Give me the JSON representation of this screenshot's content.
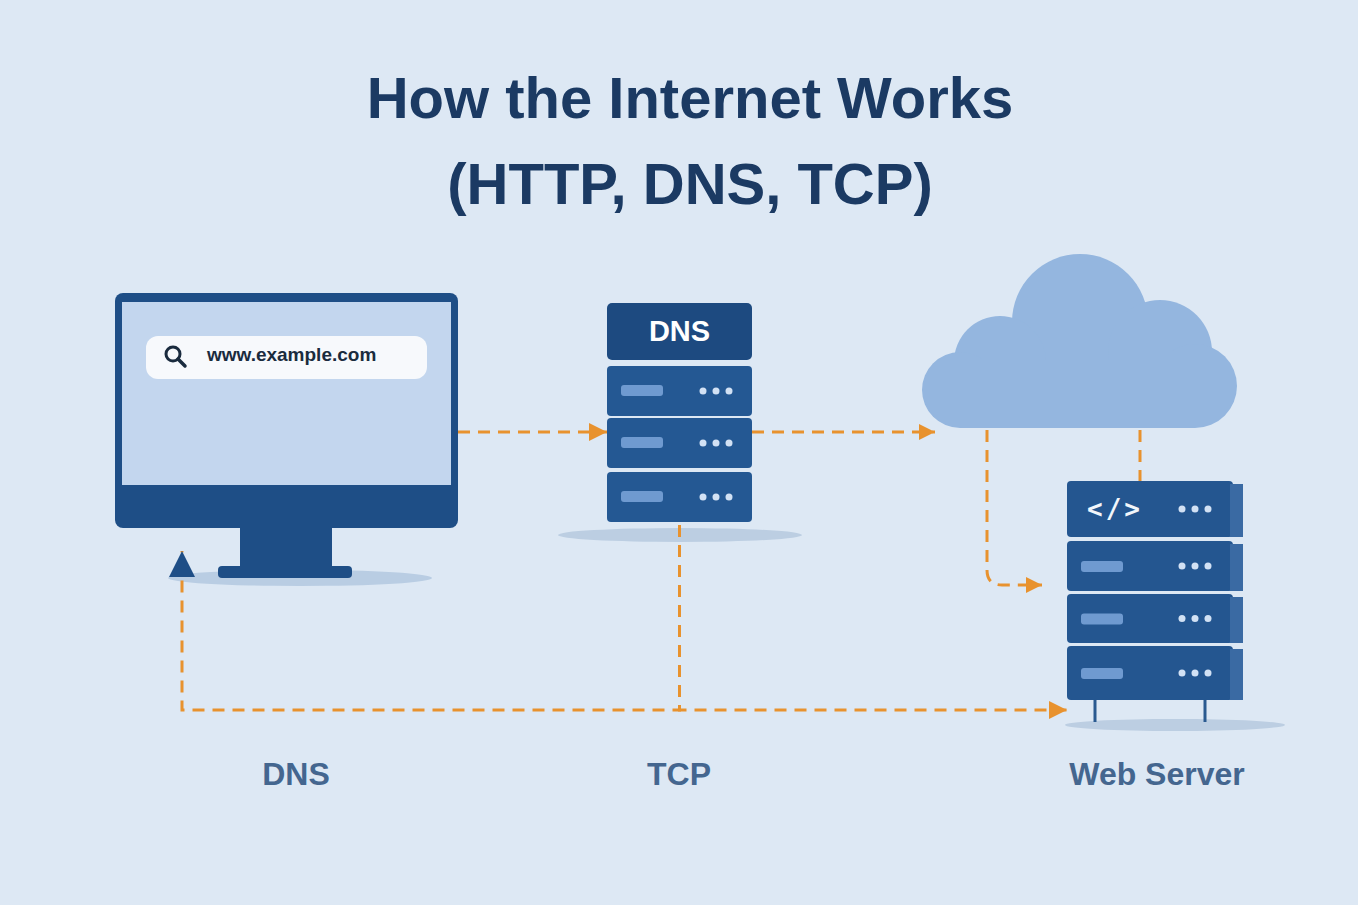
{
  "diagram": {
    "title": "How the Internet Works (HTTP, DNS, TCP)",
    "nodes": [
      {
        "text": [
          "www.example.com"
        ]
      },
      {
        "text": [
          "DNS"
        ]
      },
      {
        "text": [
          "</>"
        ]
      }
    ],
    "edges": [
      {
        "from": 0,
        "to": 1,
        "arrow": "to"
      },
      {
        "from": 1,
        "to": 2,
        "arrow": "to"
      },
      {
        "from": 1,
        "to": 0,
        "arrow": "to"
      }
    ],
    "labels": [
      "DNS",
      "TCP",
      "Web Server"
    ]
  }
}
